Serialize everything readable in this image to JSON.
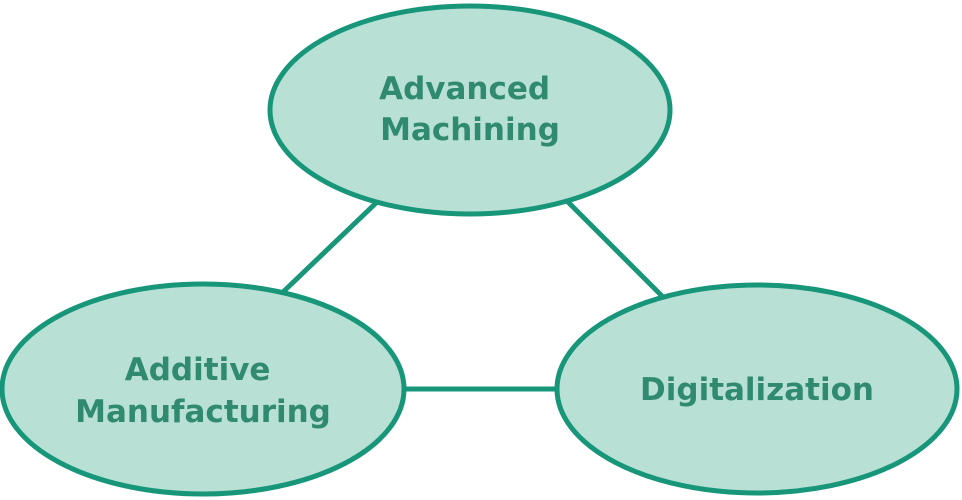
{
  "diagram": {
    "colors": {
      "fill": "#b8e0d5",
      "stroke": "#17967a",
      "text": "#2f8a70"
    },
    "nodes": {
      "advanced_machining": {
        "lines": [
          "Advanced",
          "Machining"
        ]
      },
      "additive_manufacturing": {
        "lines": [
          "Additive",
          "Manufacturing"
        ]
      },
      "digitalization": {
        "lines": [
          "Digitalization"
        ]
      }
    }
  }
}
